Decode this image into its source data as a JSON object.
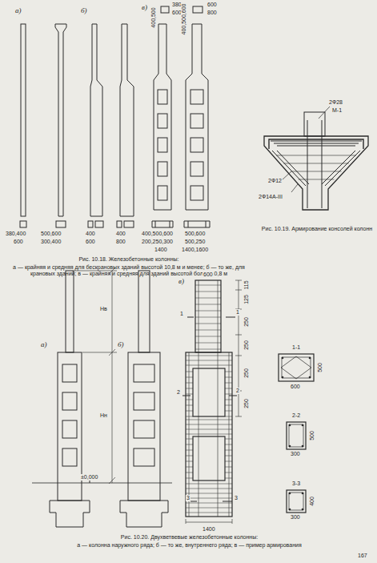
{
  "diagram": {
    "labels": [
      "а)",
      "б)",
      "в)",
      "400,500",
      "380",
      "600",
      "400,500,600",
      "600",
      "800",
      "380,400",
      "600",
      "500,600",
      "300,400",
      "400",
      "600",
      "400",
      "800",
      "400,500,600",
      "200,250,300",
      "1400",
      "500,600",
      "500,250",
      "1400,1600",
      "Рис. 10.18. Железобетонные колонны:",
      "а — крайняя и средняя для бескрановых зданий высотой 10,8 м и менее; б — то же, для крановых зданий; в — крайняя и средняя для зданий высотой более 10,8 м",
      "2Ф28",
      "М-1",
      "2Ф12",
      "2Ф14А-III",
      "Рис. 10.19. Армирование консолей колонн",
      "а)",
      "б)",
      "в)",
      "Нв",
      "Нн",
      "±0,000",
      "600",
      "115",
      "125",
      "250",
      "250",
      "250",
      "250",
      "1",
      "1",
      "2",
      "2",
      "3",
      "3",
      "1400",
      "1-1",
      "600",
      "500",
      "2-2",
      "300",
      "500",
      "3-3",
      "300",
      "400",
      "Рис. 10.20. Двухветвевые железобетонные колонны:",
      "а — колонна наружного ряда; б — то же, внутреннего ряда; в — пример армирования",
      "167"
    ]
  }
}
